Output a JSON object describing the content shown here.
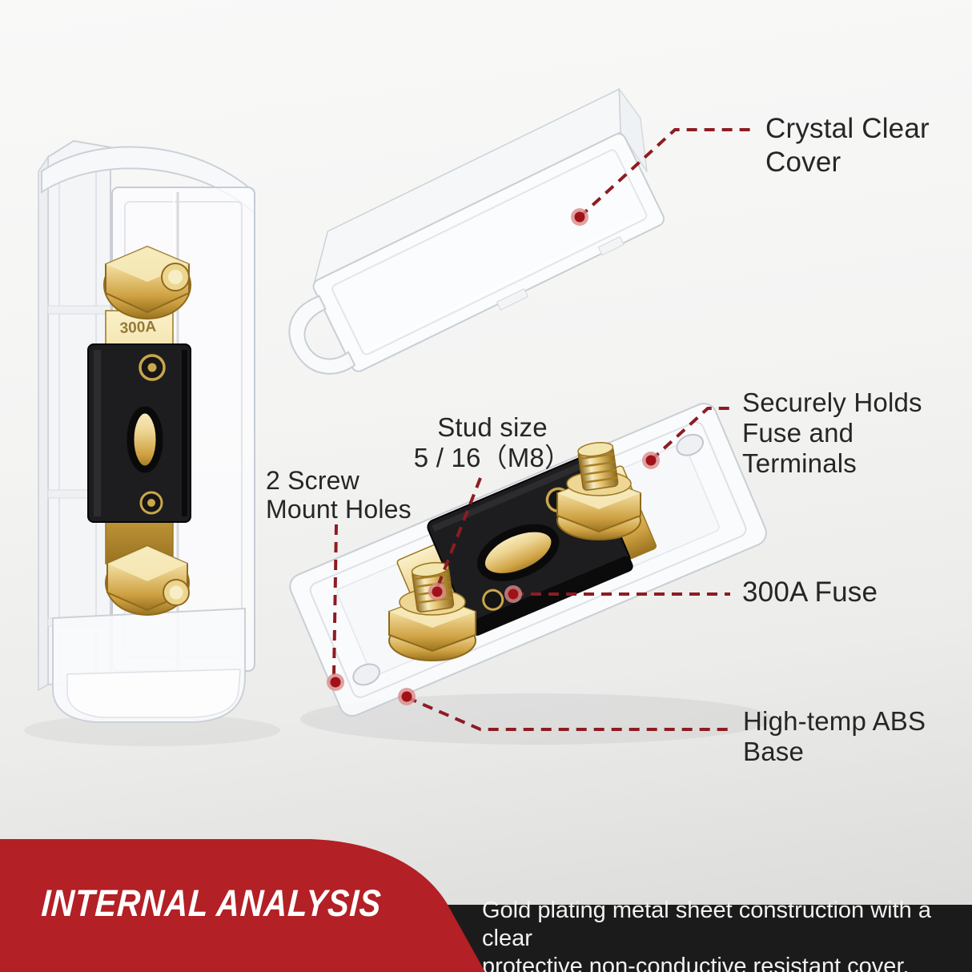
{
  "title": "ANL fuse holder internal analysis infographic",
  "callouts": {
    "cover": {
      "label": "Crystal Clear\nCover"
    },
    "holds": {
      "label": "Securely Holds\nFuse and Terminals"
    },
    "stud": {
      "label": "Stud size\n5 / 16（M8）"
    },
    "screw": {
      "label": "2 Screw\nMount Holes"
    },
    "fuse": {
      "label": "300A Fuse"
    },
    "base": {
      "label": "High-temp ABS\nBase"
    }
  },
  "product": {
    "fuse_marking": "300A"
  },
  "banner": {
    "title": "INTERNAL ANALYSIS"
  },
  "caption": {
    "text": "Gold plating metal sheet construction with a clear\nprotective non-conductive resistant cover."
  },
  "colors": {
    "banner_red": "#b32025",
    "callout_line_red": "#8d1c22",
    "callout_dot_red": "#a01218",
    "caption_bg": "#1b1b1b",
    "text_dark": "#262626",
    "gold": "#d8b45a",
    "fuse_black": "#1d1d1f"
  }
}
